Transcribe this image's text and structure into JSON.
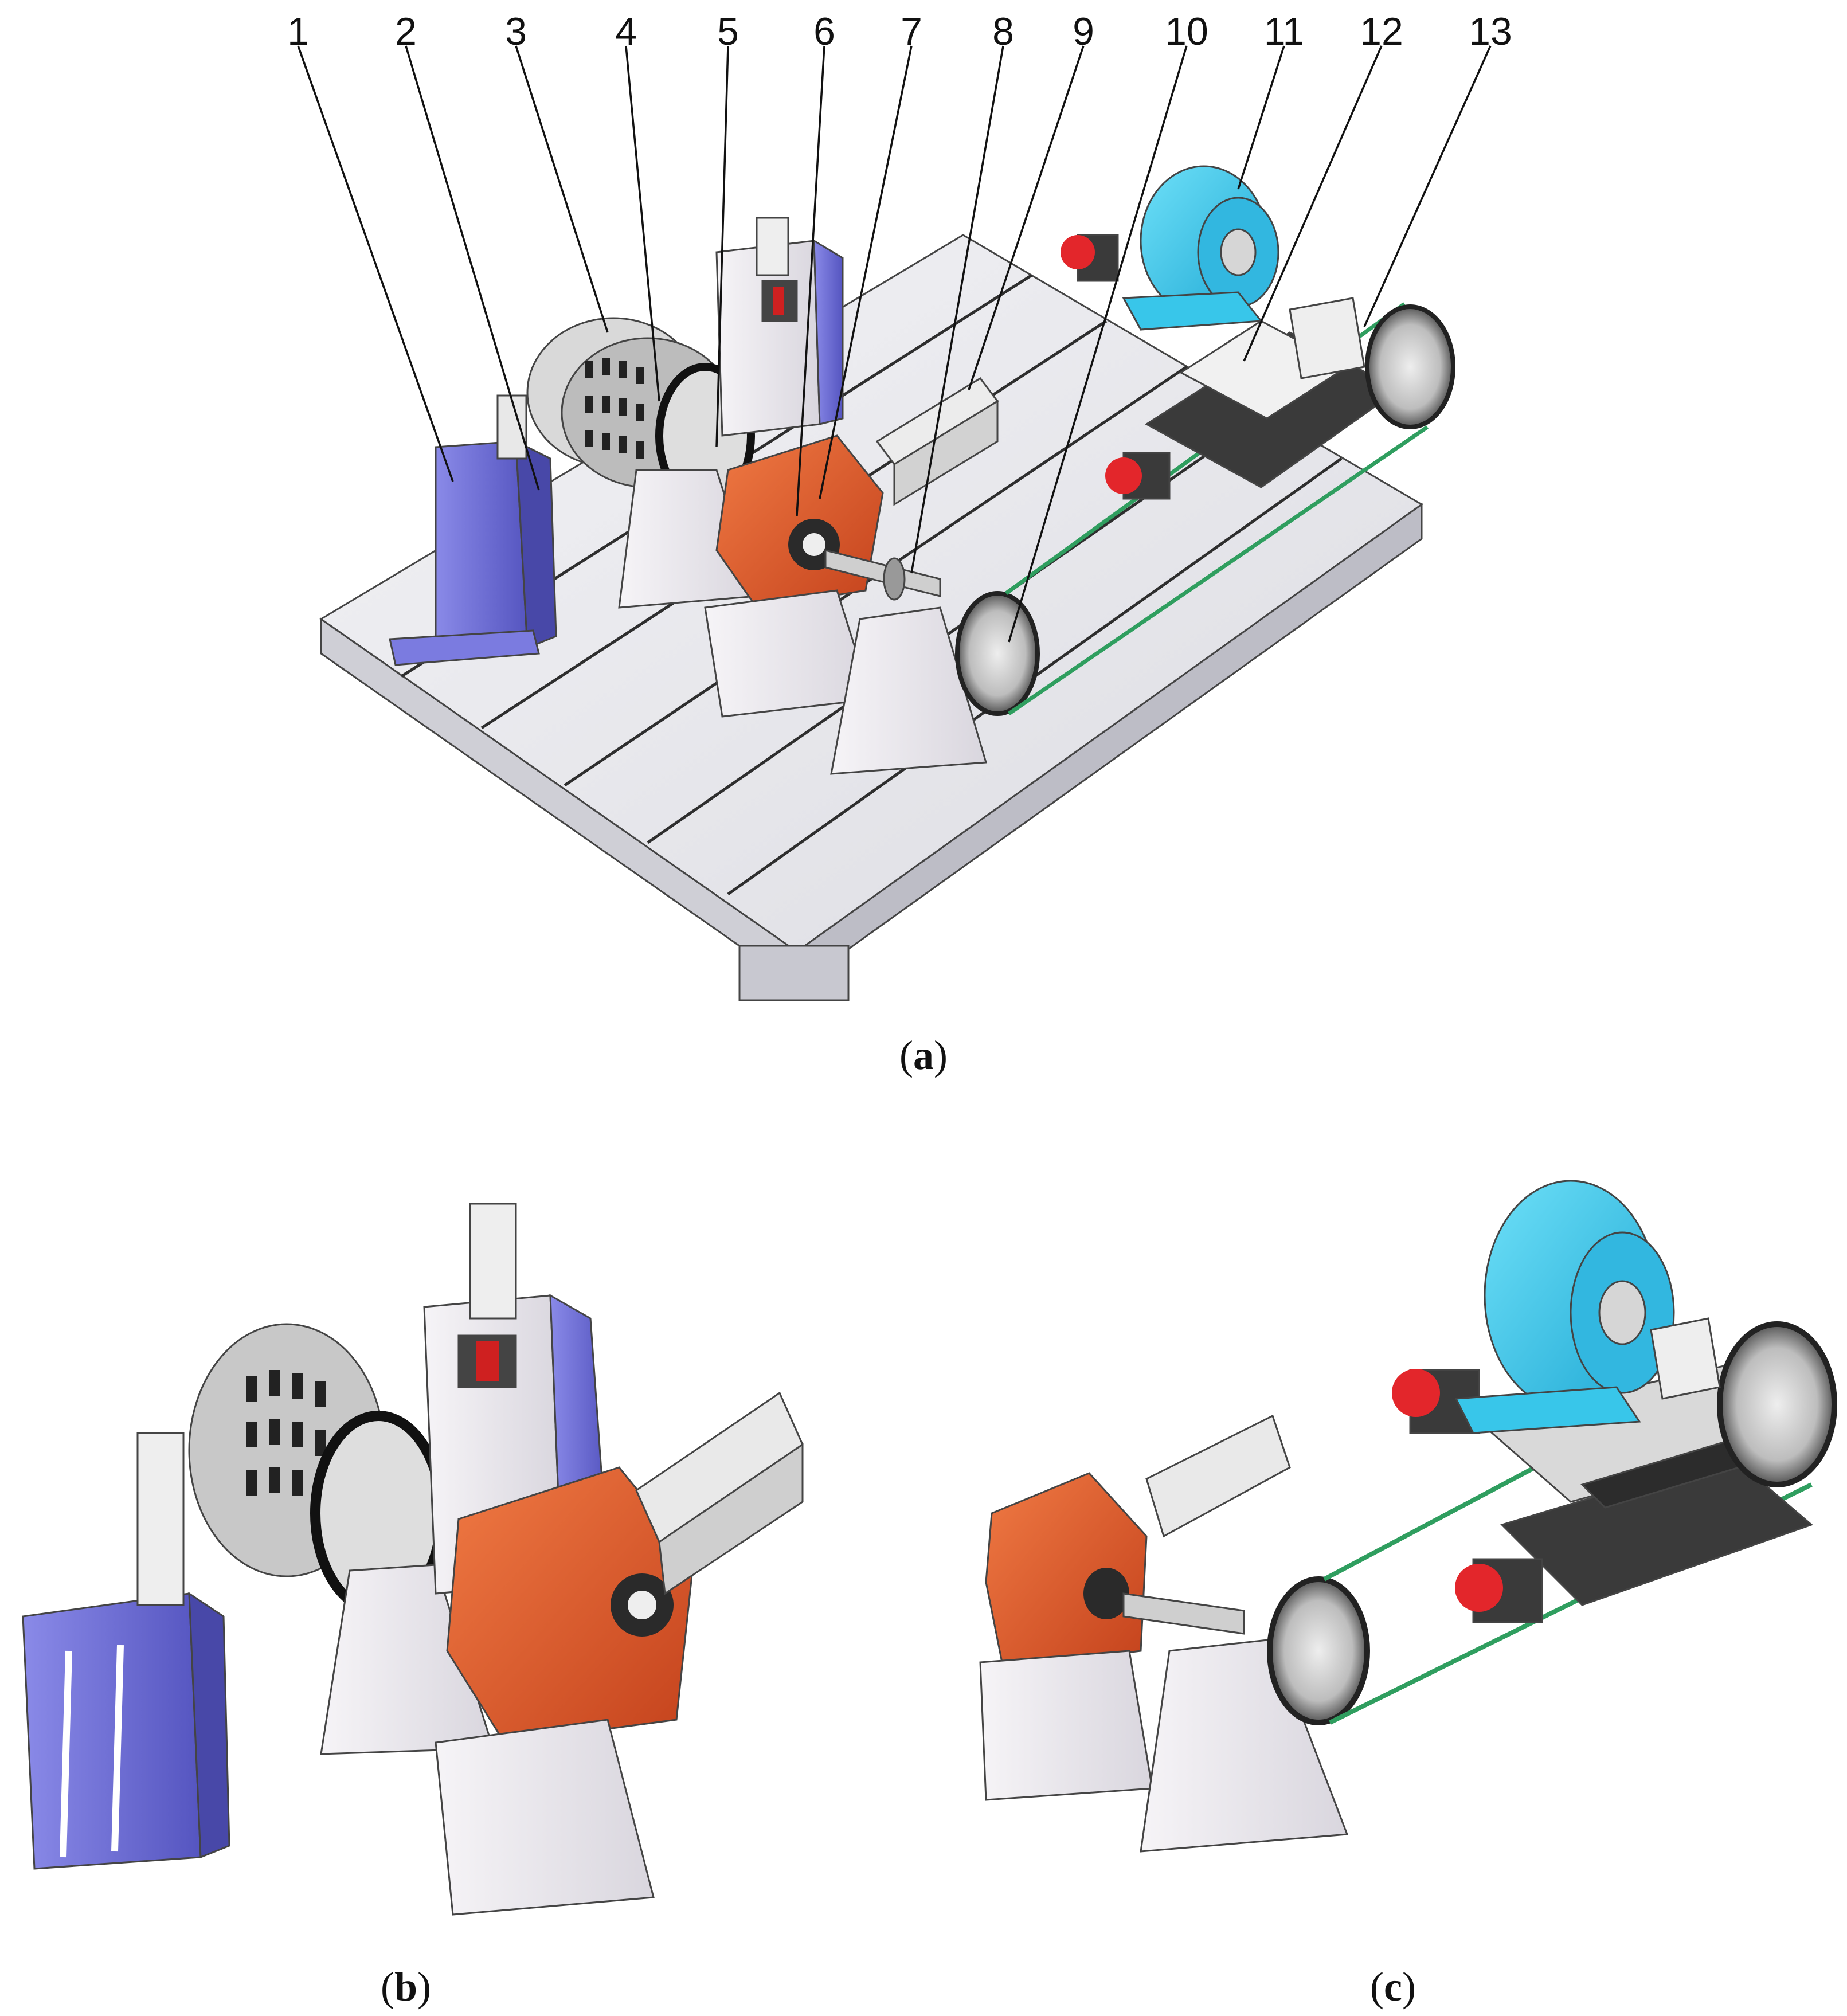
{
  "callouts": [
    "1",
    "2",
    "3",
    "4",
    "5",
    "6",
    "7",
    "8",
    "9",
    "10",
    "11",
    "12",
    "13"
  ],
  "captions": [
    "a",
    "b",
    "c"
  ],
  "colors": {
    "blue_support": "#6f6fd6",
    "gearbox": "#e2572a",
    "generator": "#38c6ea",
    "belt": "#2f9e5f",
    "red_motor": "#e3262b",
    "slide_black": "#3a3a3a",
    "frame": "#e9e9ee"
  }
}
